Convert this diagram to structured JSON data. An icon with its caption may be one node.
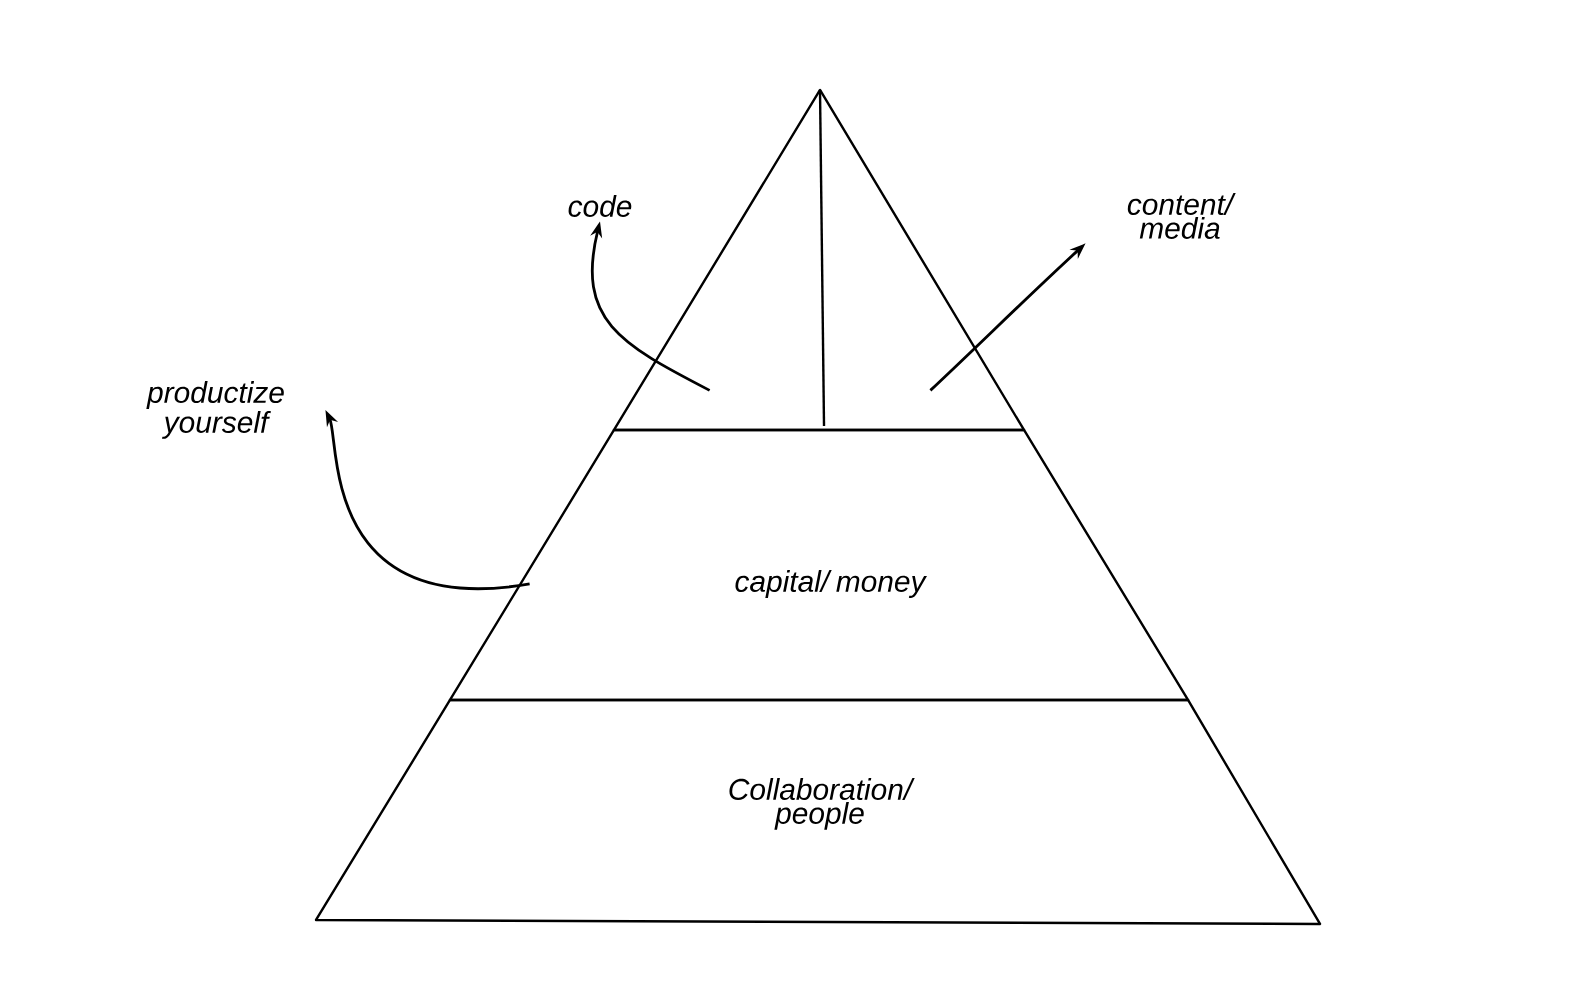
{
  "diagram": {
    "nodes": [
      {
        "text": [
          "code"
        ]
      },
      {
        "text": [
          "content/ media"
        ]
      },
      {
        "text": [],
        "shape": "triangle"
      },
      {
        "text": [
          "capital/ money"
        ]
      },
      {
        "text": [
          "Collaboration/ people"
        ]
      },
      {
        "text": [
          "productize yourself"
        ]
      }
    ],
    "edges": [
      {
        "from": 2,
        "to": 0,
        "arrow": "to"
      },
      {
        "from": 2,
        "to": 1,
        "arrow": "to"
      },
      {
        "from": 3,
        "to": 5,
        "arrow": "to"
      }
    ]
  }
}
